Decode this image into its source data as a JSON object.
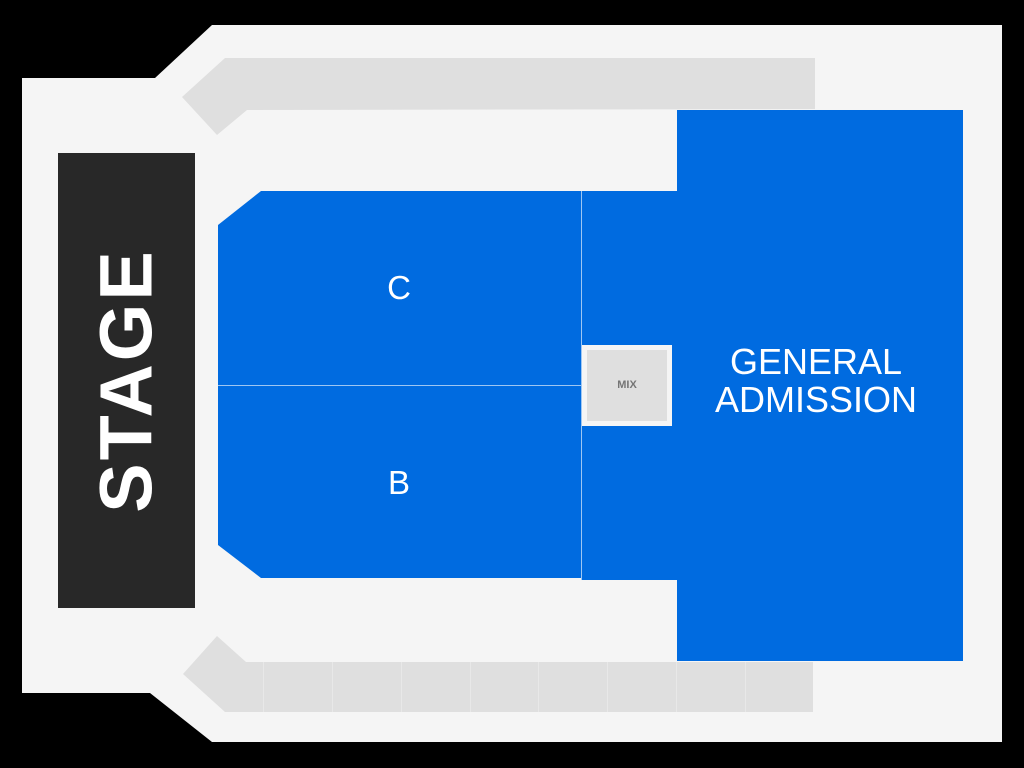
{
  "venue_map": {
    "colors": {
      "background": "#000000",
      "venue_floor": "#F5F5F5",
      "unavailable_section": "#DFDFDF",
      "available_section": "#006BE0",
      "stage": "#282828",
      "mix": "#DFDFDF",
      "label_text": "#FFFFFF",
      "mix_text": "#757575"
    },
    "stage": {
      "label": "STAGE"
    },
    "sections": [
      {
        "id": "C",
        "label": "C",
        "status": "available"
      },
      {
        "id": "B",
        "label": "B",
        "status": "available"
      },
      {
        "id": "GA",
        "label_line1": "GENERAL",
        "label_line2": "ADMISSION",
        "status": "available"
      },
      {
        "id": "upper-balcony",
        "label": "",
        "status": "unavailable"
      },
      {
        "id": "lower-balcony",
        "label": "",
        "status": "unavailable",
        "segments": 9
      }
    ],
    "mix": {
      "label": "MIX"
    }
  }
}
